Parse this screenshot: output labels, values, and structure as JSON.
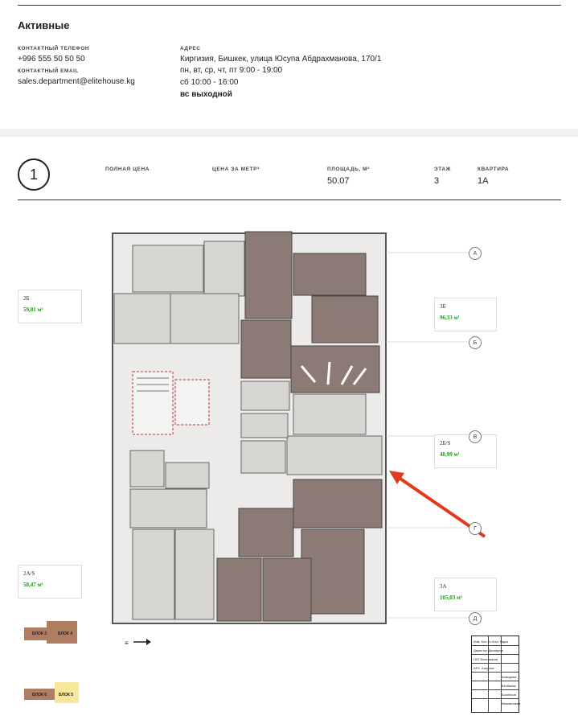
{
  "header": {
    "status_title": "Активные",
    "phone_label": "КОНТАКТНЫЙ ТЕЛЕФОН",
    "phone": "+996 555 50 50 50",
    "email_label": "КОНТАКТНЫЙ EMAIL",
    "email": "sales.department@elitehouse.kg",
    "address_label": "АДРЕС",
    "address": "Киргизия, Бишкек, улица Юсупа Абдрахманова, 170/1",
    "hours": [
      "пн, вт, ср, чт, пт 9:00 - 19:00",
      "сб 10:00 - 16:00",
      "вс выходной"
    ]
  },
  "listing": {
    "number": "1",
    "columns": {
      "full_price": "ПОЛНАЯ ЦЕНА",
      "price_per_m": "ЦЕНА ЗА МЕТР²",
      "area_label": "ПЛОЩАДЬ, М²",
      "floor_label": "ЭТАЖ",
      "apartment_label": "КВАРТИРА"
    },
    "values": {
      "area": "50.07",
      "floor": "3",
      "apartment": "1А"
    }
  },
  "floor_plan": {
    "callouts": [
      {
        "title": "2Б",
        "area": "59,81 м²"
      },
      {
        "title": "3Б",
        "area": "96,33 м²"
      },
      {
        "title": "2Б/S",
        "area": "48,99 м²"
      },
      {
        "title": "2А/S",
        "area": "58,47 м²"
      },
      {
        "title": "3А",
        "area": "105,03 м²"
      }
    ],
    "axes": [
      "А",
      "Б",
      "В",
      "Г",
      "Д"
    ],
    "blocks": [
      "БЛОК 3",
      "БЛОК 4",
      "БЛОК 6",
      "БЛОК 5"
    ],
    "stamp_rows": [
      "Изм. Кол.уч Лист №док",
      "Директор Данияров",
      "ГАП Бекназаров",
      "АРХ. Анерзов",
      "Ахмедова",
      "Бекбаева",
      "Бообеков",
      "Иманалиева"
    ],
    "colors": {
      "selected_unit": "#8b7b74",
      "other_unit": "#d8d6d3",
      "arrow": "#e13a1e",
      "area_text": "#1a9b1a"
    }
  }
}
